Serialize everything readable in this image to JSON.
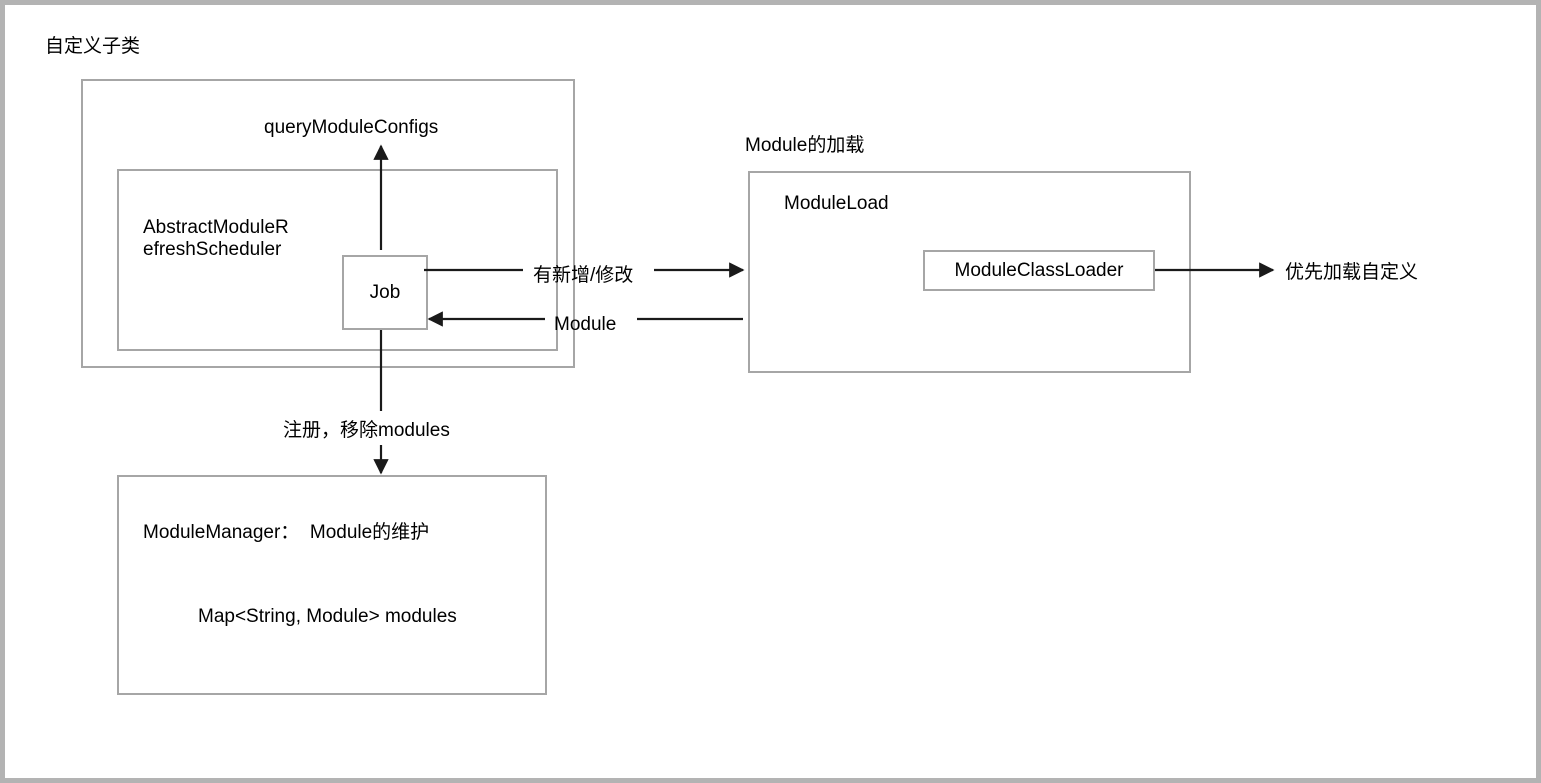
{
  "diagram": {
    "type": "block-diagram",
    "title": "自定义子类",
    "colors": {
      "box_border": "#a6a6a6",
      "edge": "#1a1a1a",
      "page_border": "#b3b3b3",
      "text": "#000000",
      "background": "#ffffff"
    },
    "sections": [
      {
        "name": "custom-subclass-section",
        "label": "自定义子类"
      },
      {
        "name": "module-loading-section",
        "label": "Module的加载"
      }
    ],
    "nodes": [
      {
        "id": "outer-container",
        "label": "",
        "kind": "container"
      },
      {
        "id": "query-module-configs",
        "label": "queryModuleConfigs",
        "kind": "text"
      },
      {
        "id": "abstract-module-refresh-scheduler",
        "label": "AbstractModuleR\nefreshScheduler",
        "kind": "container-title"
      },
      {
        "id": "job",
        "label": "Job",
        "kind": "box"
      },
      {
        "id": "module-load",
        "label": "ModuleLoad",
        "kind": "container-title"
      },
      {
        "id": "module-class-loader",
        "label": "ModuleClassLoader",
        "kind": "box"
      },
      {
        "id": "module-manager",
        "label": "ModuleManager：  Module的维护",
        "kind": "container-title"
      },
      {
        "id": "module-manager-map",
        "label": "Map<String, Module> modules",
        "kind": "text"
      }
    ],
    "edges": [
      {
        "id": "job-to-query-module-configs",
        "from": "job",
        "to": "query-module-configs",
        "label": "",
        "direction": "up"
      },
      {
        "id": "job-to-module-load",
        "from": "job",
        "to": "module-load",
        "label": "有新增/修改",
        "direction": "right"
      },
      {
        "id": "module-load-to-job",
        "from": "module-load",
        "to": "job",
        "label": "Module",
        "direction": "left"
      },
      {
        "id": "job-to-module-manager",
        "from": "job",
        "to": "module-manager",
        "label": "注册，移除modules",
        "direction": "down"
      },
      {
        "id": "module-class-loader-to-custom",
        "from": "module-class-loader",
        "to": "prefer-custom-loading",
        "label": "优先加载自定义",
        "direction": "right"
      }
    ],
    "annotations": [
      {
        "id": "prefer-custom-loading",
        "label": "优先加载自定义"
      }
    ]
  }
}
